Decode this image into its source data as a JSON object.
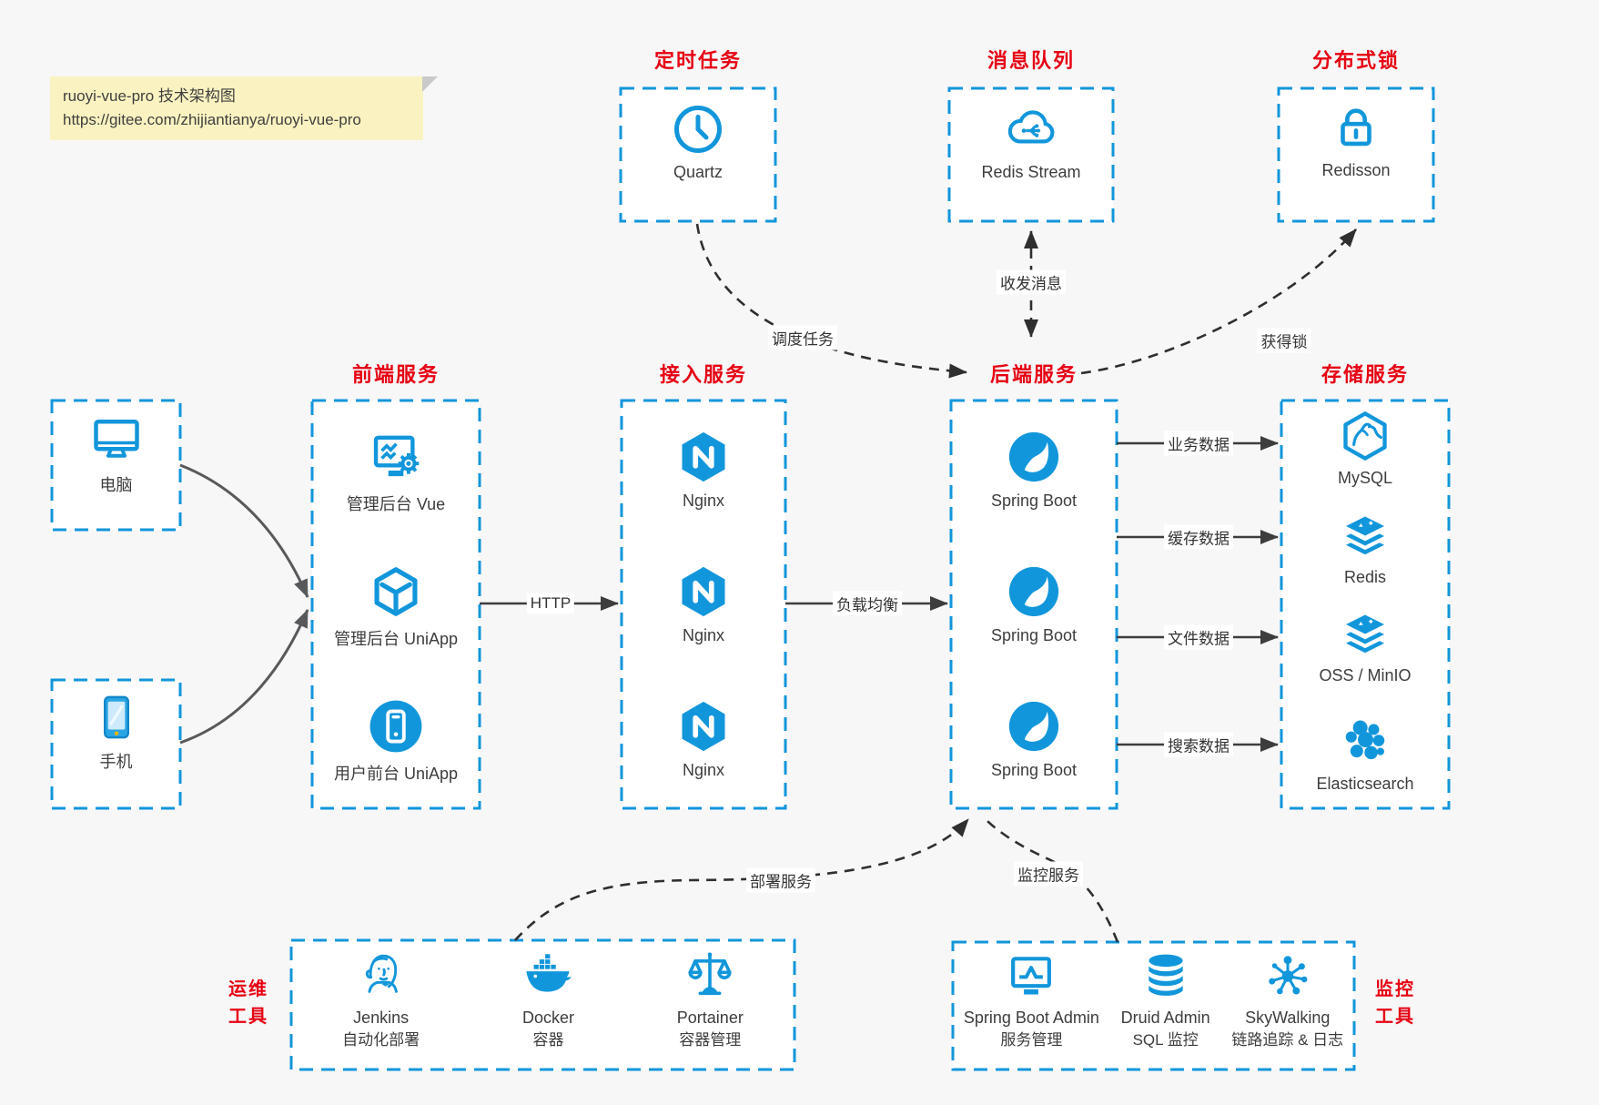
{
  "colors": {
    "blue": "#1296db",
    "red": "#e60012"
  },
  "note": {
    "line1": "ruoyi-vue-pro 技术架构图",
    "line2": "https://gitee.com/zhijiantianya/ruoyi-vue-pro"
  },
  "groups": {
    "scheduled": {
      "title": "定时任务",
      "item": {
        "label": "Quartz",
        "icon": "clock-icon"
      }
    },
    "mq": {
      "title": "消息队列",
      "item": {
        "label": "Redis Stream",
        "icon": "cloud-stream-icon"
      }
    },
    "lock": {
      "title": "分布式锁",
      "item": {
        "label": "Redisson",
        "icon": "lock-icon"
      }
    },
    "clients": {
      "pc": {
        "label": "电脑",
        "icon": "desktop-icon"
      },
      "mobile": {
        "label": "手机",
        "icon": "smartphone-icon"
      }
    },
    "frontend": {
      "title": "前端服务",
      "items": [
        {
          "label": "管理后台 Vue",
          "icon": "admin-screen-gear-icon"
        },
        {
          "label": "管理后台 UniApp",
          "icon": "cube-icon"
        },
        {
          "label": "用户前台 UniApp",
          "icon": "phone-circle-icon"
        }
      ]
    },
    "gateway": {
      "title": "接入服务",
      "items": [
        {
          "label": "Nginx",
          "icon": "nginx-icon"
        },
        {
          "label": "Nginx",
          "icon": "nginx-icon"
        },
        {
          "label": "Nginx",
          "icon": "nginx-icon"
        }
      ]
    },
    "backend": {
      "title": "后端服务",
      "items": [
        {
          "label": "Spring Boot",
          "icon": "spring-leaf-icon"
        },
        {
          "label": "Spring Boot",
          "icon": "spring-leaf-icon"
        },
        {
          "label": "Spring Boot",
          "icon": "spring-leaf-icon"
        }
      ]
    },
    "storage": {
      "title": "存储服务",
      "items": [
        {
          "label": "MySQL",
          "icon": "mysql-dolphin-icon"
        },
        {
          "label": "Redis",
          "icon": "layers-stack-icon"
        },
        {
          "label": "OSS / MinIO",
          "icon": "layers-stack-icon"
        },
        {
          "label": "Elasticsearch",
          "icon": "elasticsearch-cluster-icon"
        }
      ]
    },
    "ops": {
      "title_lines": [
        "运维",
        "工具"
      ],
      "items": [
        {
          "name": "Jenkins",
          "desc": "自动化部署",
          "icon": "jenkins-butler-icon"
        },
        {
          "name": "Docker",
          "desc": "容器",
          "icon": "docker-whale-icon"
        },
        {
          "name": "Portainer",
          "desc": "容器管理",
          "icon": "scales-icon"
        }
      ]
    },
    "monitoring": {
      "title_lines": [
        "监控",
        "工具"
      ],
      "items": [
        {
          "name": "Spring Boot Admin",
          "desc": "服务管理",
          "icon": "monitor-pulse-icon"
        },
        {
          "name": "Druid Admin",
          "desc": "SQL 监控",
          "icon": "database-icon"
        },
        {
          "name": "SkyWalking",
          "desc": "链路追踪 & 日志",
          "icon": "molecule-icon"
        }
      ]
    }
  },
  "edges": {
    "http": "HTTP",
    "load_balance": "负载均衡",
    "schedule": "调度任务",
    "message": "收发消息",
    "lock": "获得锁",
    "business_data": "业务数据",
    "cache_data": "缓存数据",
    "file_data": "文件数据",
    "search_data": "搜索数据",
    "deploy": "部署服务",
    "monitor": "监控服务"
  }
}
